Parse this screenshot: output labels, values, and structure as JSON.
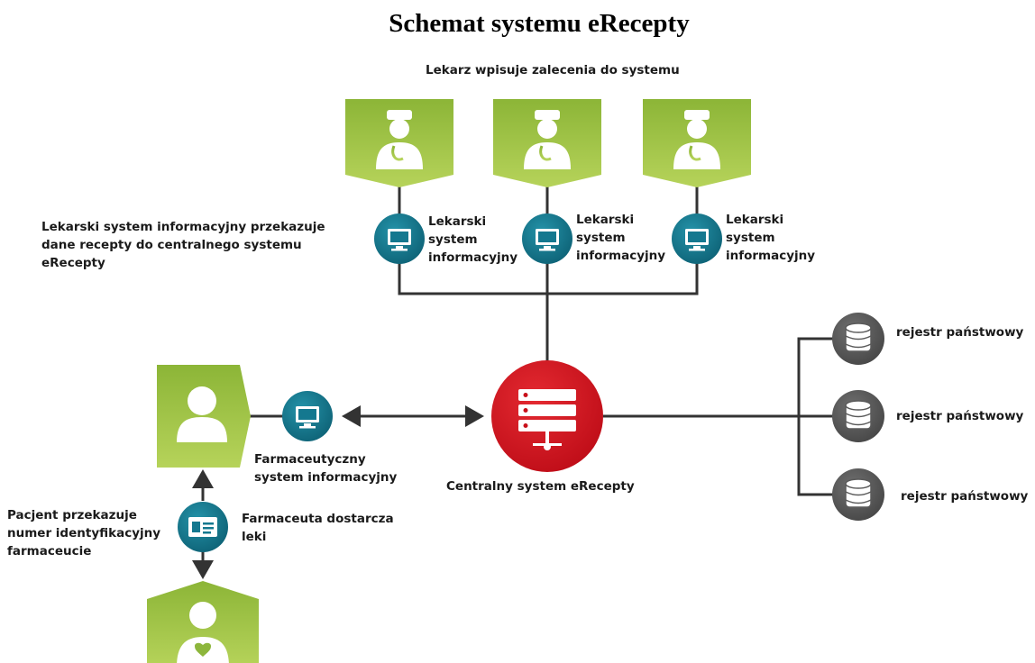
{
  "title": "Schemat systemu eRecepty",
  "labels": {
    "doctor_top": "Lekarz wpisuje zalecenia do systemu",
    "doctor_system_note": [
      "Lekarski system informacyjny przekazuje",
      "dane recepty do centralnego systemu",
      "eRecepty"
    ],
    "doctor_system": [
      "Lekarski",
      "system",
      "informacyjny"
    ],
    "pharmacy_system": [
      "Farmaceutyczny",
      "system informacyjny"
    ],
    "central_system": "Centralny system eRecepty",
    "registry": "rejestr państwowy",
    "patient_note": [
      "Pacjent przekazuje",
      "numer identyfikacyjny",
      "farmaceucie"
    ],
    "pharmacist_note": [
      "Farmaceuta dostarcza",
      "leki"
    ]
  },
  "colors": {
    "green": "#8db63c",
    "green_light": "#b4d257",
    "teal": "#14788f",
    "red": "#d3121e",
    "gray": "#5a5a5a",
    "line": "#333333"
  },
  "icons": {
    "doctor": "doctor-icon",
    "computer": "monitor-icon",
    "server": "server-icon",
    "database": "database-icon",
    "pharmacist": "person-icon",
    "id_card": "id-card-icon",
    "patient": "patient-heart-icon"
  }
}
